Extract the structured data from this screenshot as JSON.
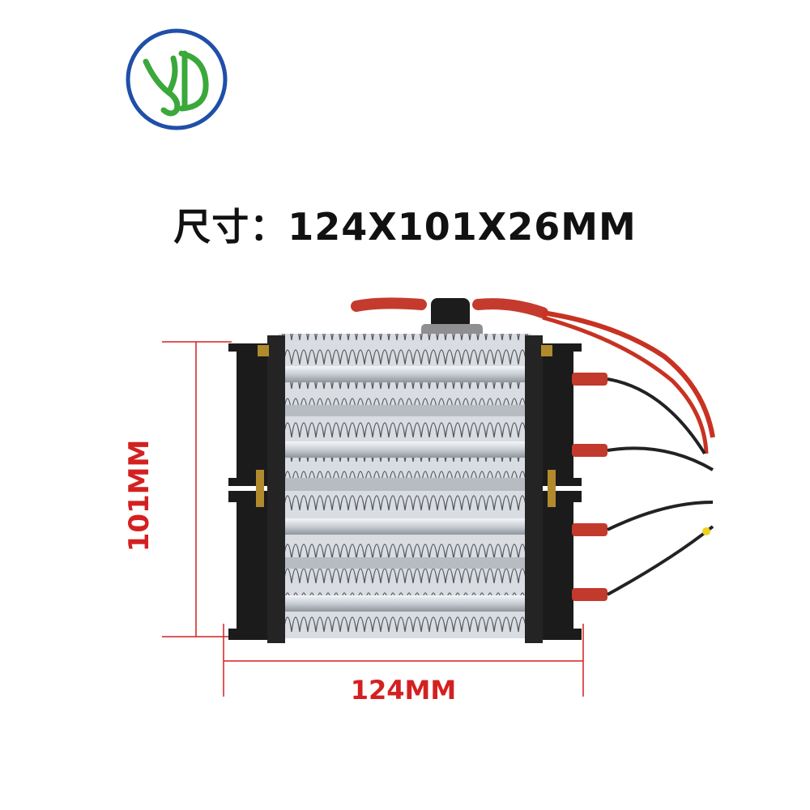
{
  "logo": {
    "letters": "YD",
    "ring_color": "#1f4fa8",
    "letter_color": "#3aa83a"
  },
  "title": "尺寸：124X101X26MM",
  "dimensions": {
    "height_label": "101MM",
    "width_label": "124MM",
    "color": "#d42020"
  },
  "product": {
    "name": "ptc-heater-element"
  }
}
